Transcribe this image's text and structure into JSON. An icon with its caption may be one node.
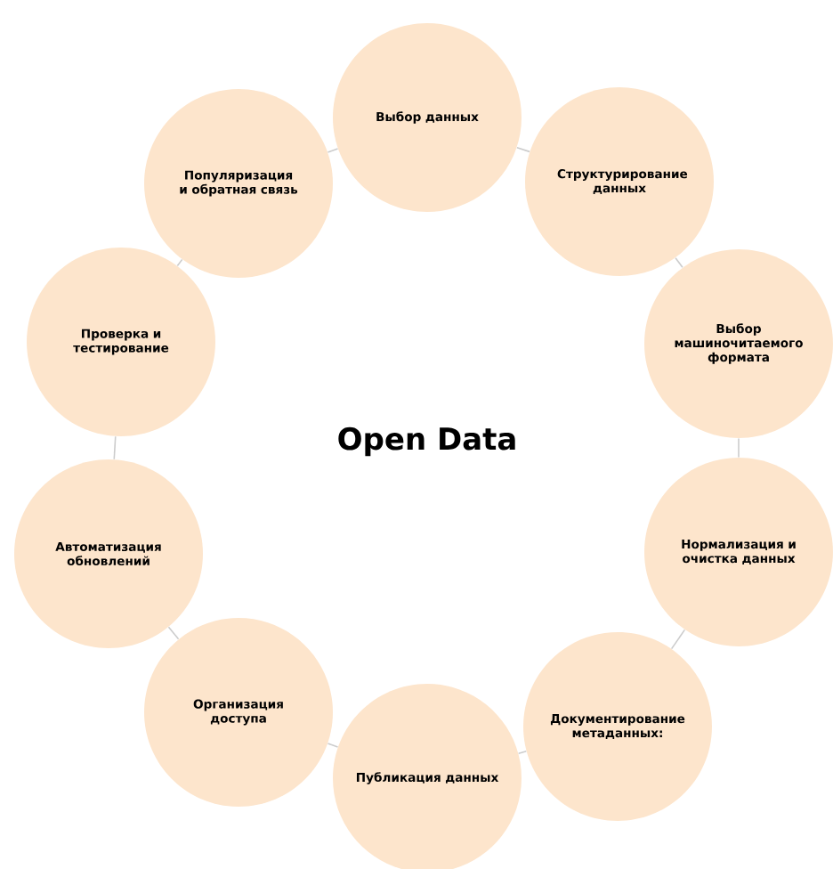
{
  "diagram": {
    "title": "Open Data",
    "nodes": [
      {
        "text": [
          "Выбор данных"
        ]
      },
      {
        "text": [
          "Структурирование данных"
        ]
      },
      {
        "text": [
          "Выбор машиночитаемого формата"
        ]
      },
      {
        "text": [
          "Нормализация и очистка данных"
        ]
      },
      {
        "text": [
          "Документирование метаданных:"
        ]
      },
      {
        "text": [
          "Публикация данных"
        ]
      },
      {
        "text": [
          "Организация доступа"
        ]
      },
      {
        "text": [
          "Автоматизация обновлений"
        ]
      },
      {
        "text": [
          "Проверка и тестирование"
        ]
      },
      {
        "text": [
          "Популяризация и обратная связь"
        ]
      }
    ],
    "edges": [
      {
        "from": 0,
        "to": 1,
        "arrow": "none"
      },
      {
        "from": 1,
        "to": 2,
        "arrow": "none"
      },
      {
        "from": 2,
        "to": 3,
        "arrow": "none"
      },
      {
        "from": 3,
        "to": 4,
        "arrow": "none"
      },
      {
        "from": 4,
        "to": 5,
        "arrow": "none"
      },
      {
        "from": 5,
        "to": 6,
        "arrow": "none"
      },
      {
        "from": 6,
        "to": 7,
        "arrow": "none"
      },
      {
        "from": 7,
        "to": 8,
        "arrow": "none"
      },
      {
        "from": 8,
        "to": 9,
        "arrow": "none"
      },
      {
        "from": 9,
        "to": 0,
        "arrow": "none"
      }
    ]
  }
}
